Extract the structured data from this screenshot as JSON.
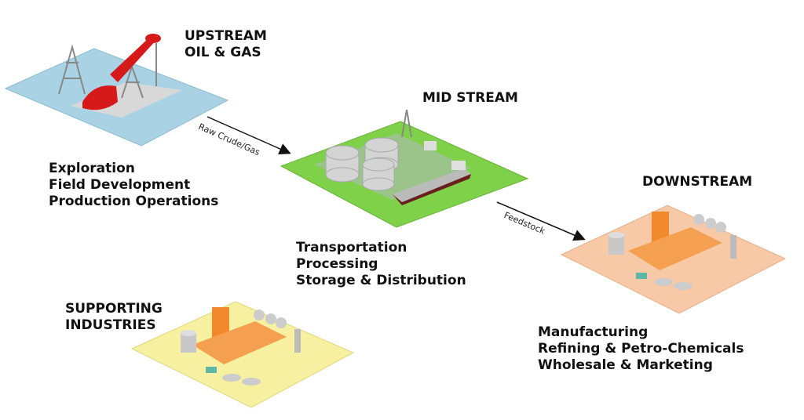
{
  "upstream": {
    "title": [
      "UPSTREAM",
      "OIL & GAS"
    ],
    "items": [
      "Exploration",
      "Field Development",
      "Production Operations"
    ],
    "color": "#a9d3e4"
  },
  "midstream": {
    "title": "MID STREAM",
    "items": [
      "Transportation",
      "Processing",
      "Storage & Distribution"
    ],
    "color": "#7fd14a"
  },
  "downstream": {
    "title": "DOWNSTREAM",
    "items": [
      "Manufacturing",
      "Refining & Petro-Chemicals",
      "Wholesale & Marketing"
    ],
    "color": "#f8c9a6"
  },
  "supporting": {
    "title": [
      "SUPPORTING",
      "INDUSTRIES"
    ],
    "color": "#f7f0a0"
  },
  "flows": [
    {
      "label": "Raw Crude/Gas"
    },
    {
      "label": "Feedstock"
    }
  ]
}
